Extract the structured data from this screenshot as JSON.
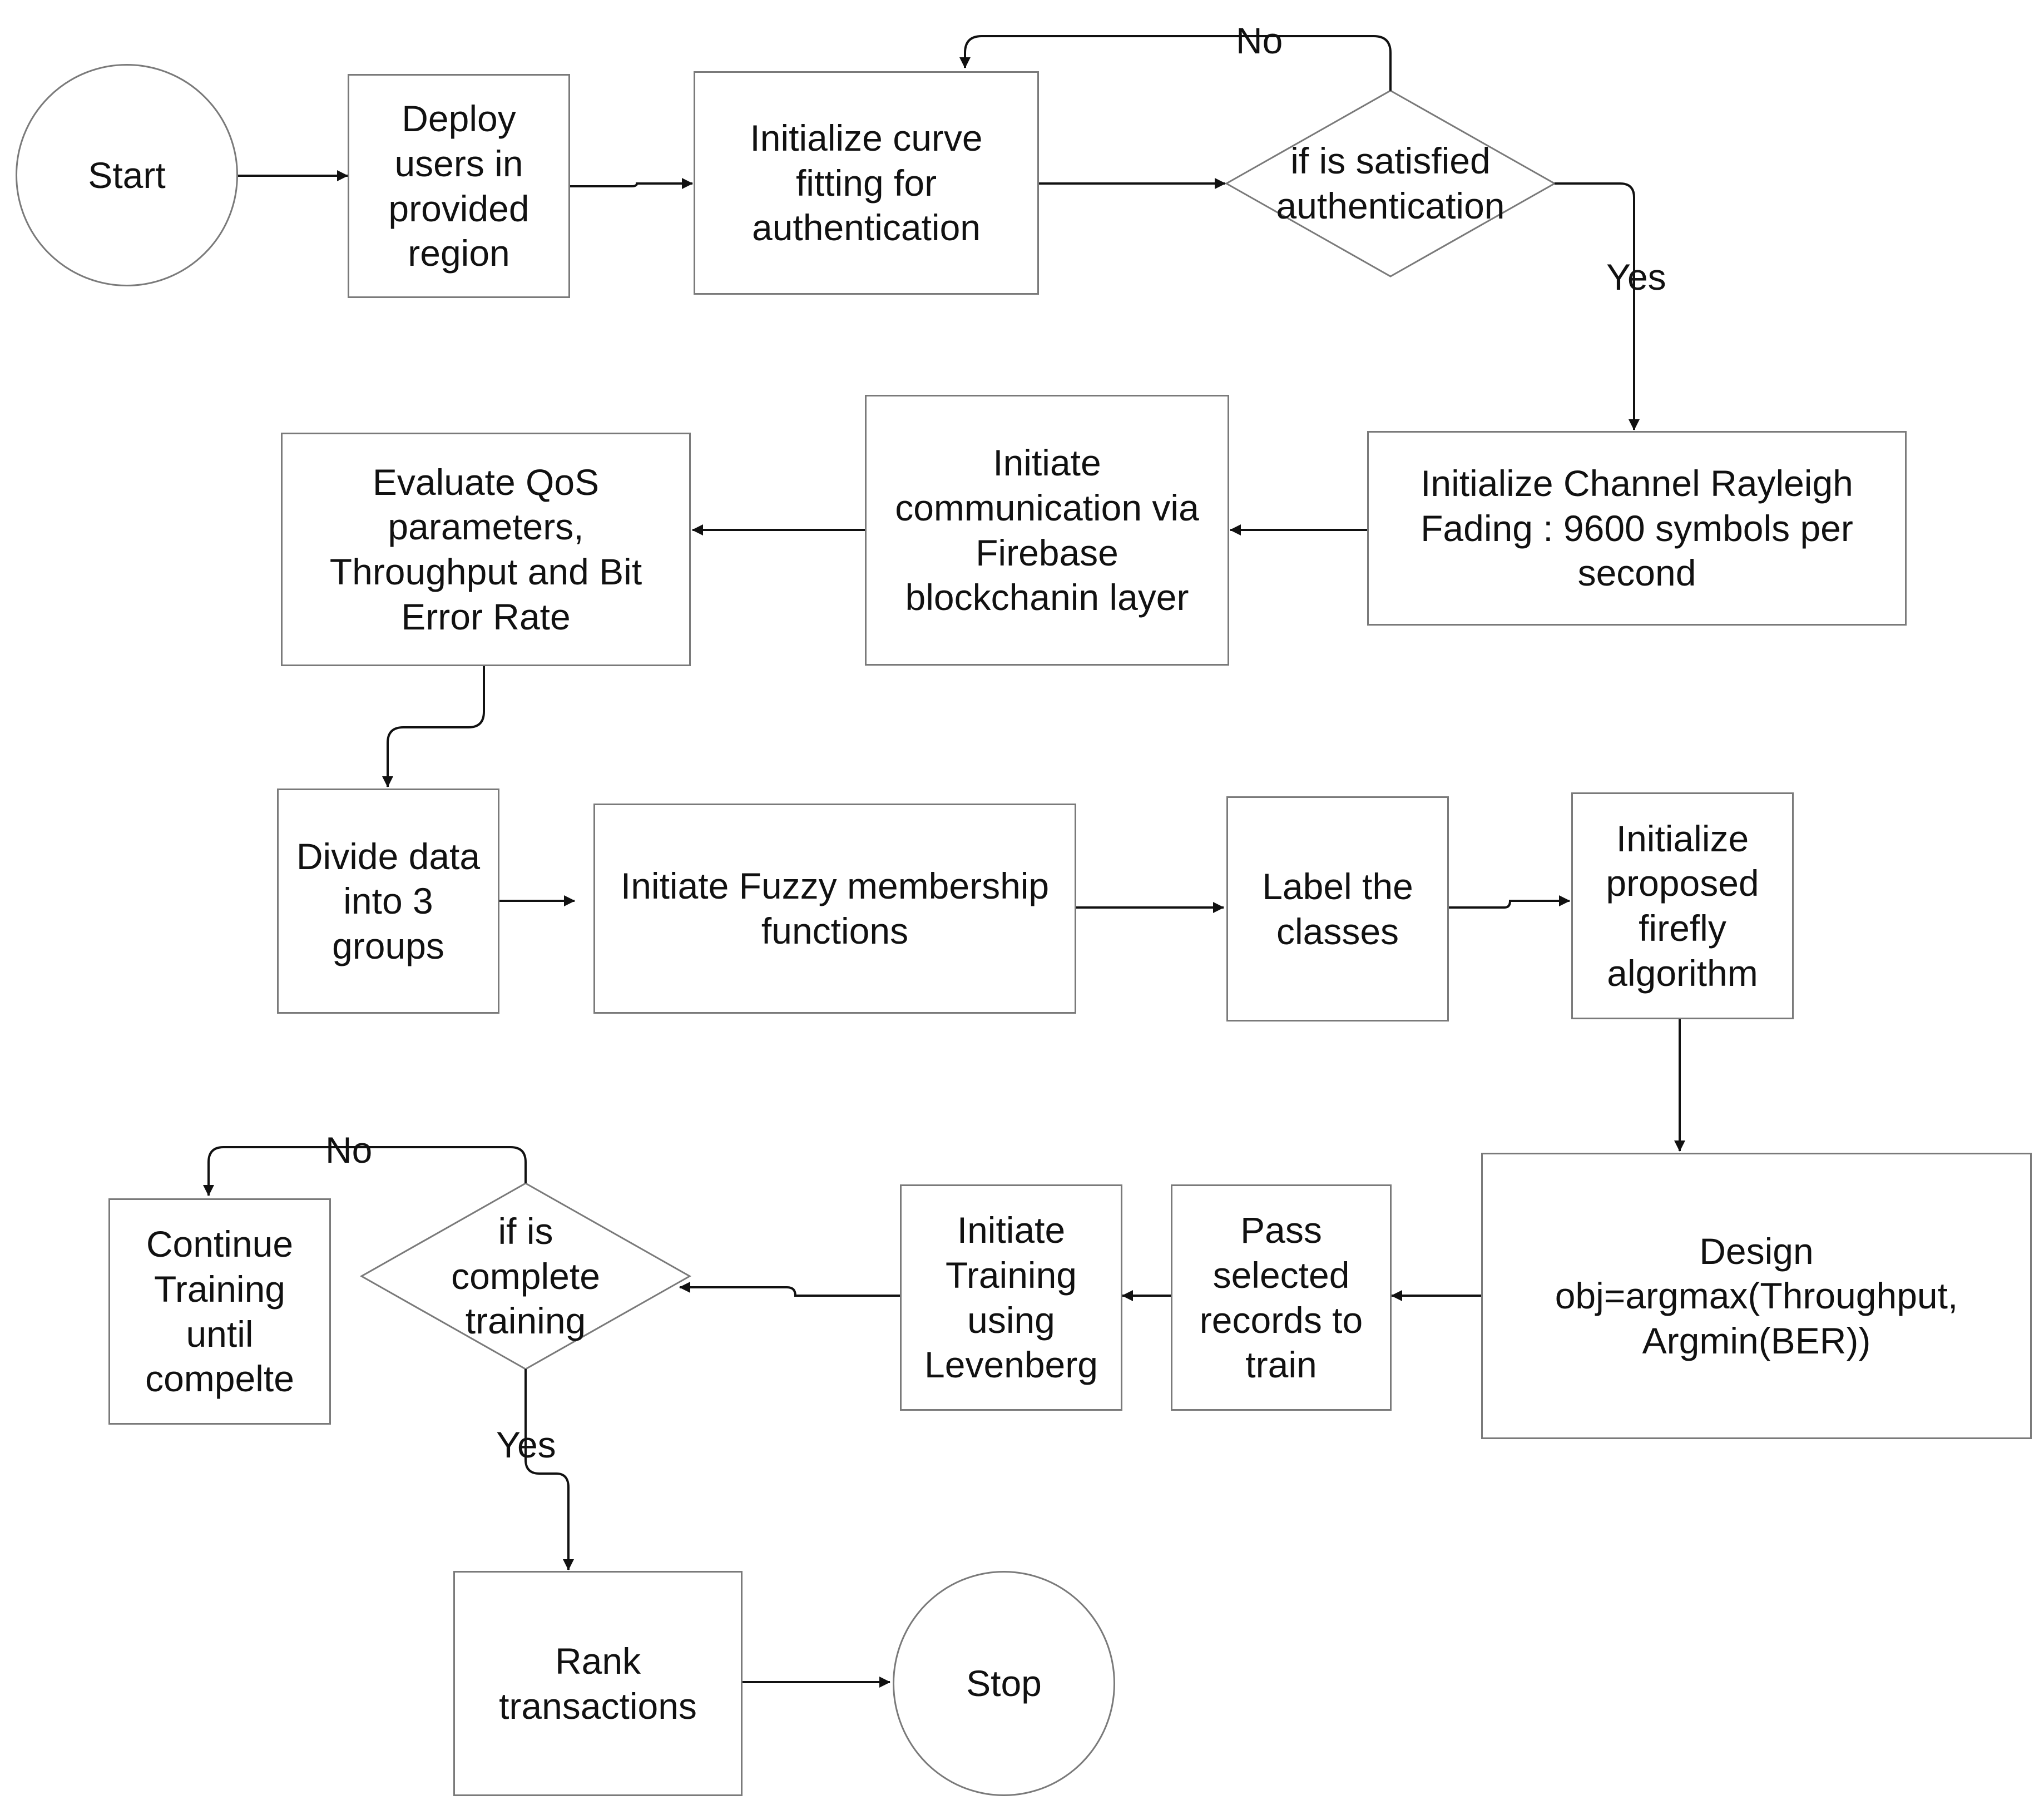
{
  "colors": {
    "stroke": "#7a7a7a",
    "arrow": "#111111",
    "text": "#111111",
    "background": "#ffffff"
  },
  "nodes": {
    "start": "Start",
    "deploy": "Deploy users in provided region",
    "curve": "Initialize curve fitting for authentication",
    "auth_decision": "if is satisfied authentication",
    "channel": "Initialize Channel Rayleigh Fading : 9600 symbols per second",
    "firebase": "Initiate communication via Firebase blockchanin layer",
    "qos": "Evaluate QoS parameters, Throughput and Bit Error Rate",
    "divide": "Divide data into 3 groups",
    "fuzzy": "Initiate Fuzzy membership functions",
    "label_classes": "Label the classes",
    "firefly": "Initialize proposed firefly algorithm",
    "design": "Design obj=argmax(Throughput, Argmin(BER))",
    "pass": "Pass selected records to train",
    "levenberg": "Initiate Training using Levenberg",
    "train_decision": "if is complete training",
    "continue": "Continue Training until compelte",
    "rank": "Rank transactions",
    "stop": "Stop"
  },
  "edge_labels": {
    "auth_no": "No",
    "auth_yes": "Yes",
    "train_no": "No",
    "train_yes": "Yes"
  }
}
